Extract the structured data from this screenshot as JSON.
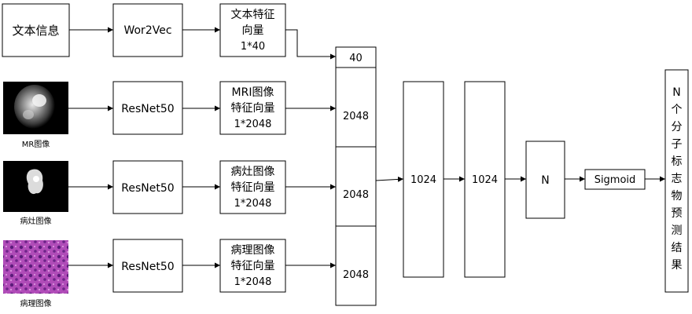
{
  "nodes": {
    "text_info": "文本信息",
    "word2vec": "Wor2Vec",
    "text_feature": [
      "文本特征",
      "向量",
      "1*40"
    ],
    "resnet_1": "ResNet50",
    "resnet_2": "ResNet50",
    "resnet_3": "ResNet50",
    "mri_feature": [
      "MRI图像",
      "特征向量",
      "1*2048"
    ],
    "lesion_feature": [
      "病灶图像",
      "特征向量",
      "1*2048"
    ],
    "path_feature": [
      "病理图像",
      "特征向量",
      "1*2048"
    ],
    "concat_40": "40",
    "concat_2048_a": "2048",
    "concat_2048_b": "2048",
    "concat_2048_c": "2048",
    "fc1": "1024",
    "fc2": "1024",
    "fcN": "N",
    "sigmoid": "Sigmoid",
    "result": [
      "N",
      "个",
      "分",
      "子",
      "标",
      "志",
      "物",
      "预",
      "测",
      "结",
      "果"
    ]
  },
  "image_captions": {
    "mri": "MR图像",
    "lesion": "病灶图像",
    "pathology": "病理图像"
  },
  "colors": {
    "line": "#000000",
    "mri_bg": "#000000",
    "pathology_base": "#b04cb8"
  }
}
